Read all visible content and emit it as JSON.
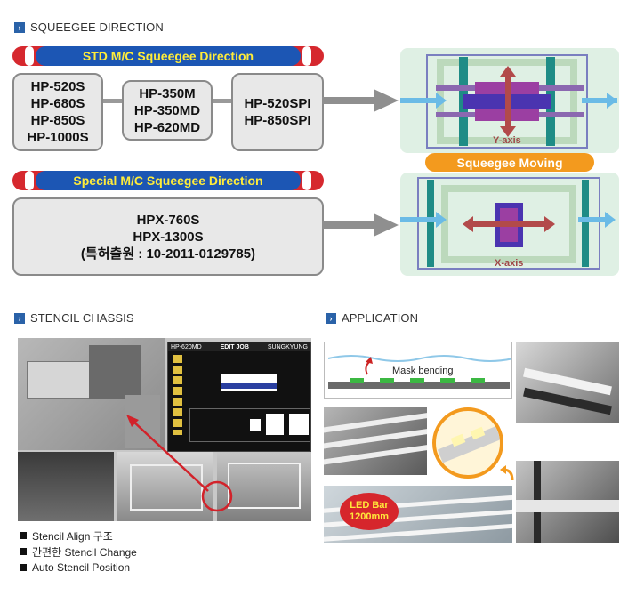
{
  "sections": {
    "squeegee": "SQUEEGEE DIRECTION",
    "stencil": "STENCIL CHASSIS",
    "application": "APPLICATION"
  },
  "std": {
    "banner": "STD M/C Squeegee Direction",
    "group1": [
      "HP-520S",
      "HP-680S",
      "HP-850S",
      "HP-1000S"
    ],
    "group2": [
      "HP-350M",
      "HP-350MD",
      "HP-620MD"
    ],
    "group3": [
      "HP-520SPI",
      "HP-850SPI"
    ],
    "axis_label": "Y-axis"
  },
  "moving_label": "Squeegee Moving",
  "special": {
    "banner": "Special M/C Squeegee Direction",
    "lines": [
      "HPX-760S",
      "HPX-1300S",
      "(특허출원 : 10-2011-0129785)"
    ],
    "axis_label": "X-axis"
  },
  "screen": {
    "title": "EDIT JOB",
    "model": "HP-620MD",
    "brand": "SUNGKYUNG"
  },
  "stencil_bullets": [
    "Stencil Align 구조",
    "간편한 Stencil Change",
    "Auto Stencil Position"
  ],
  "application": {
    "mask_label": "Mask bending",
    "led_label_1": "LED Bar",
    "led_label_2": "1200mm"
  },
  "colors": {
    "accent_blue": "#1c56b4",
    "banner_red": "#d6282e",
    "banner_text": "#ffec3a",
    "moving_orange": "#f39a1e",
    "section_icon": "#2a62a8"
  }
}
